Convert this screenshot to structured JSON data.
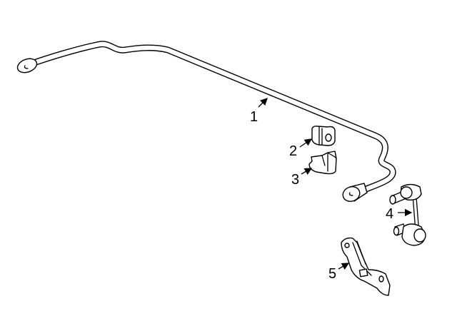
{
  "diagram": {
    "colors": {
      "line": "#000000",
      "background": "#ffffff"
    },
    "callouts": [
      {
        "number": "1",
        "part": "stabilizer-bar"
      },
      {
        "number": "2",
        "part": "bushing"
      },
      {
        "number": "3",
        "part": "bushing-bracket"
      },
      {
        "number": "4",
        "part": "stabilizer-link"
      },
      {
        "number": "5",
        "part": "link-bracket"
      }
    ]
  }
}
